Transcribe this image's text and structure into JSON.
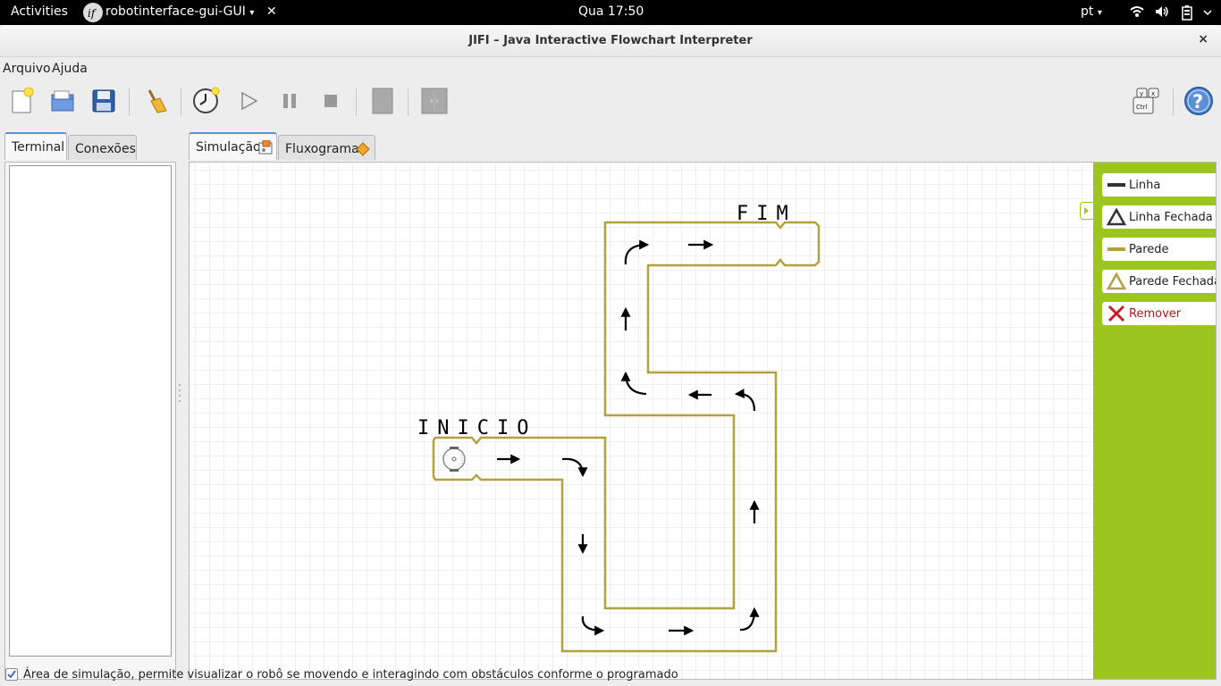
{
  "topbar": {
    "activities": "Activities",
    "app_name": "robotinterface-gui-GUI",
    "app_arrow": "▾",
    "close": "✕",
    "clock": "Qua 17:50",
    "language": "pt",
    "language_arrow": "▾"
  },
  "window": {
    "title": "JIFI – Java Interactive Flowchart Interpreter",
    "close": "×"
  },
  "menu": {
    "items": [
      "Arquivo",
      "Ajuda"
    ]
  },
  "toolbar": {
    "buttons": [
      "new-file-icon",
      "open-folder-icon",
      "save-disk-icon",
      "broom-icon",
      "clock-icon",
      "play-icon",
      "pause-icon",
      "stop-icon",
      "step-icon",
      "split-icon",
      "keyboard-shortcuts-icon",
      "help-icon"
    ]
  },
  "left_tabs": [
    "Terminal",
    "Conexões"
  ],
  "right_tabs": [
    "Simulação",
    "Fluxograma"
  ],
  "simulation": {
    "start_label": "INICIO",
    "end_label": "FIM"
  },
  "palette": {
    "items": [
      {
        "label": "Linha",
        "icon": "line-icon"
      },
      {
        "label": "Linha Fechada",
        "icon": "closed-line-icon"
      },
      {
        "label": "Parede",
        "icon": "wall-icon"
      },
      {
        "label": "Parede Fechada",
        "icon": "closed-wall-icon"
      },
      {
        "label": "Remover",
        "icon": "remove-icon"
      }
    ],
    "colors": {
      "background": "#9cc51f",
      "wall": "#b5a040",
      "remove": "#cc1b1b"
    }
  },
  "status": {
    "checked": true,
    "text": "Área de simulação, permite visualizar o robô se movendo e interagindo com obstáculos conforme o programado"
  }
}
